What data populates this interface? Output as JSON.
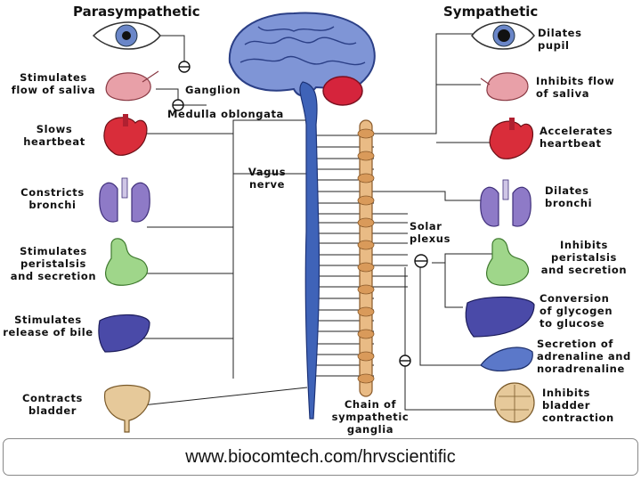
{
  "headers": {
    "left": "Parasympathetic",
    "right": "Sympathetic"
  },
  "left_labels": {
    "saliva": "Stimulates\nflow of saliva",
    "heart": "Slows\nheartbeat",
    "bronchi": "Constricts\nbronchi",
    "peristalsis": "Stimulates\nperistalsis\nand secretion",
    "bile": "Stimulates\nrelease of bile",
    "bladder": "Contracts\nbladder"
  },
  "right_labels": {
    "pupil": "Dilates\npupil",
    "saliva": "Inhibits flow\nof saliva",
    "heart": "Accelerates\nheartbeat",
    "bronchi": "Dilates\nbronchi",
    "peristalsis": "Inhibits\nperistalsis\nand secretion",
    "glycogen": "Conversion\nof glycogen\nto glucose",
    "adrenaline": "Secretion of\nadrenaline and\nnoradrenaline",
    "bladder": "Inhibits\nbladder\ncontraction"
  },
  "center_labels": {
    "ganglion": "Ganglion",
    "medulla": "Medulla oblongata",
    "vagus": "Vagus\nnerve",
    "solar": "Solar\nplexus",
    "chain": "Chain of\nsympathetic\nganglia"
  },
  "footer": {
    "url": "www.biocomtech.com/hrvscientific"
  },
  "colors": {
    "nerve_blue": "#3f63b8",
    "brain": "#7f95d6",
    "cerebellum": "#d5243c",
    "ganglia_chain": "#e9bb85",
    "heart": "#d92d3a",
    "lungs": "#8e7ac7",
    "stomach": "#9fd68a",
    "liver": "#4a4aa8",
    "bladder": "#e6c99a"
  }
}
